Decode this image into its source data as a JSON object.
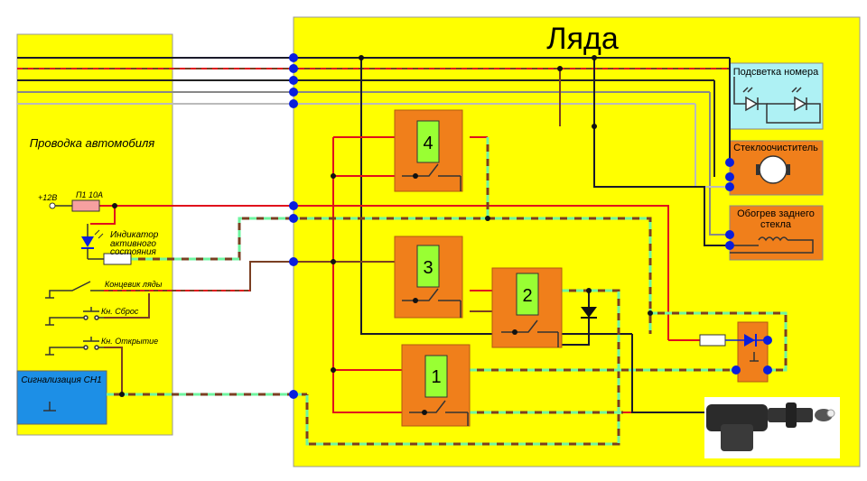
{
  "car_panel": {
    "title": "Проводка автомобиля"
  },
  "tailgate_panel": {
    "title": "Ляда"
  },
  "supply": {
    "label": "+12В",
    "fuse_label": "П1 10А"
  },
  "indicator": {
    "label_lines": [
      "Индикатор",
      "активного",
      "состояния"
    ]
  },
  "switches": [
    {
      "label": "Концевик ляды"
    },
    {
      "label": "Кн. Сброс"
    },
    {
      "label": "Кн. Открытие"
    }
  ],
  "alarm": {
    "label": "Сигнализация СН1"
  },
  "relays": [
    {
      "number": "4"
    },
    {
      "number": "3"
    },
    {
      "number": "2"
    },
    {
      "number": "1"
    }
  ],
  "loads": {
    "plate_light": "Подсветка номера",
    "wiper": "Стеклоочиститель",
    "defroster_lines": [
      "Обогрев заднего",
      "стекла"
    ]
  },
  "colors": {
    "background_yellow": "#ffff00",
    "relay_orange": "#f07f1b",
    "relay_coil_green": "#99ff33",
    "plate_box": "#aef1f4",
    "alarm_box": "#1d8fe6",
    "wire_red": "#e0101c",
    "wire_brown": "#7a3f22",
    "wire_green_dash": "#6ff5a0",
    "junction_blue": "#0a1edc"
  }
}
